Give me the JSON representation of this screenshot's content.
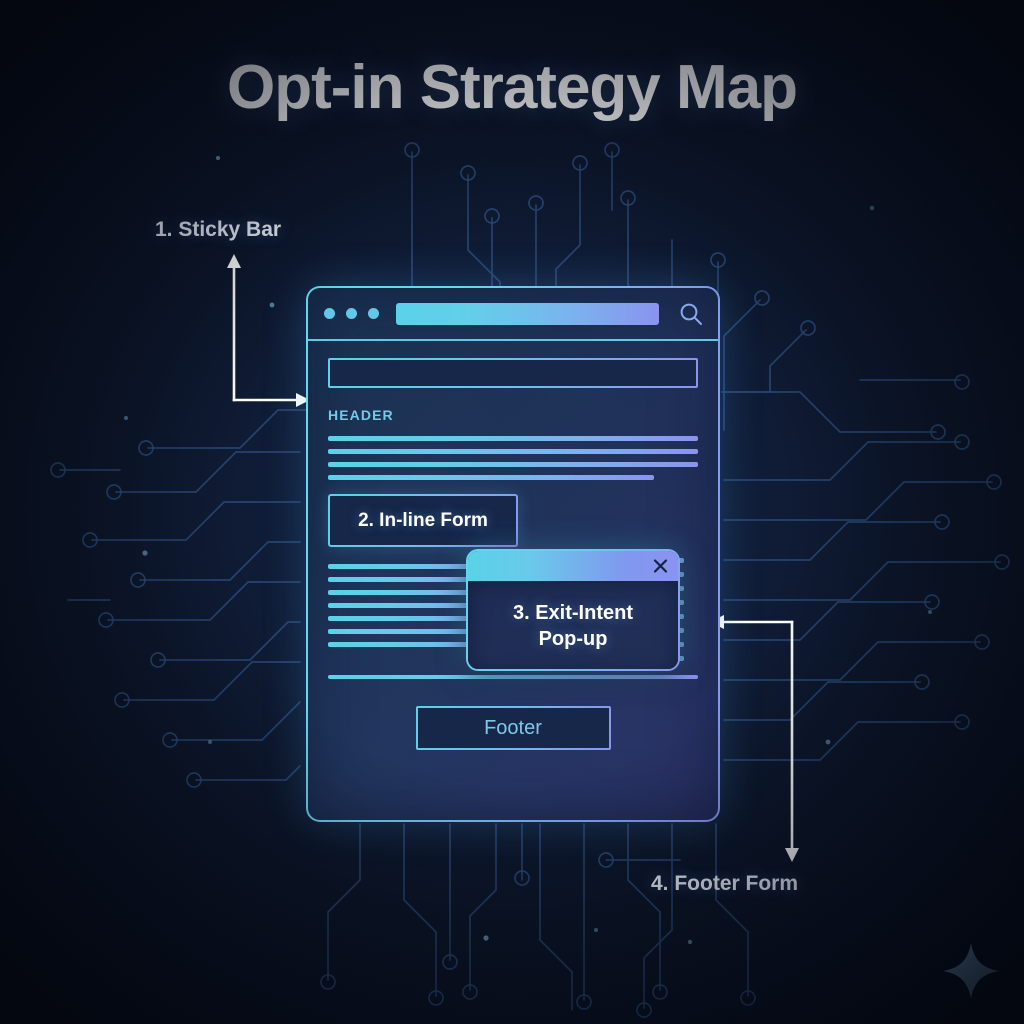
{
  "title": "Opt-in Strategy Map",
  "callouts": [
    {
      "id": "sticky",
      "label": "1. Sticky Bar"
    },
    {
      "id": "footer",
      "label": "4. Footer Form"
    }
  ],
  "browser": {
    "chrome": {
      "dots_count": 3,
      "url_value": "",
      "search_icon": "search-icon"
    },
    "page": {
      "sticky_bar": {
        "label": "",
        "name": "sticky-bar"
      },
      "header_label": "HEADER",
      "text_lines_upper": [
        100,
        100,
        100,
        88
      ],
      "inline_form": {
        "label": "2. In-line Form"
      },
      "text_lines_lower": [
        55,
        55,
        55,
        55,
        55,
        55,
        55
      ],
      "divider": true,
      "footer_button": {
        "label": "Footer"
      }
    }
  },
  "popup": {
    "title_bar": {
      "close_icon": "close-icon"
    },
    "body_lines": [
      "3. Exit-Intent",
      "Pop-up"
    ]
  },
  "decor": {
    "sparkle_icon": "sparkle-icon",
    "arrows": [
      "sticky-bar-arrow",
      "footer-form-arrow"
    ]
  },
  "colors": {
    "background_deep": "#080e1e",
    "background_mid": "#142544",
    "accent_cyan": "#5ad2e8",
    "accent_periwinkle": "#8b93f0",
    "text_white": "#ffffff",
    "header_cyan": "#72cbe8",
    "footer_text": "#7fc8ea",
    "circuit_trace": "#2b4a78",
    "sparkle": "#7da8cf"
  }
}
